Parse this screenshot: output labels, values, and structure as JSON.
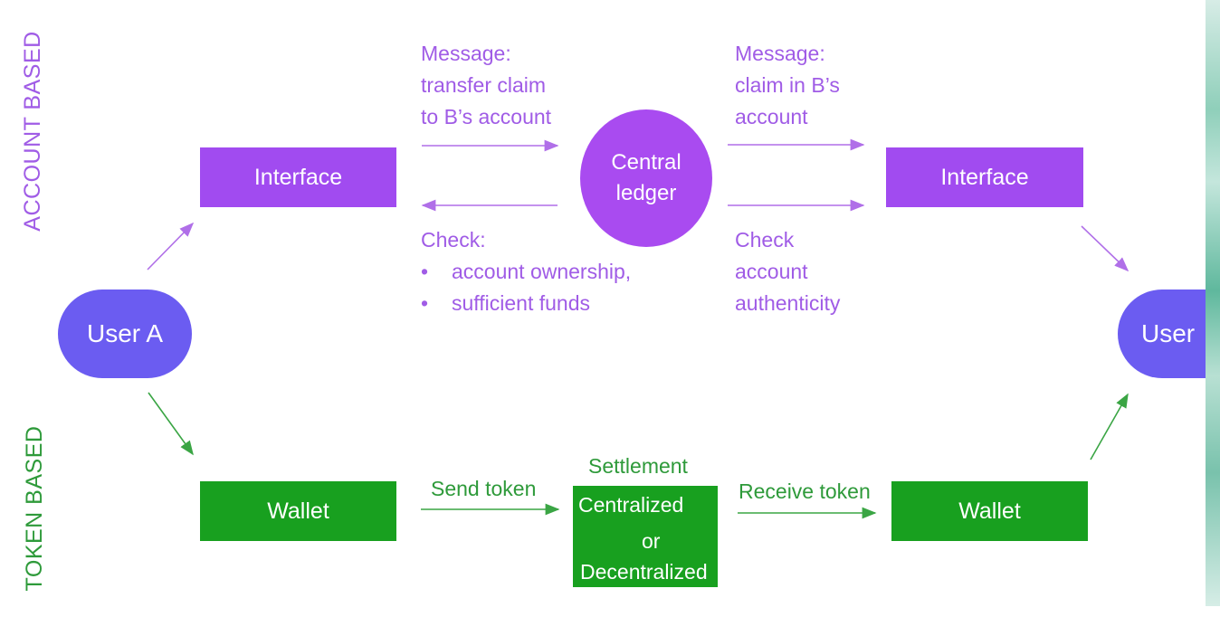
{
  "sections": {
    "account_based": "ACCOUNT BASED",
    "token_based": "TOKEN BASED"
  },
  "nodes": {
    "user_a": "User A",
    "user_b": "User",
    "interface_left": "Interface",
    "interface_right": "Interface",
    "central_ledger": [
      "Central",
      "ledger"
    ],
    "wallet_left": "Wallet",
    "wallet_right": "Wallet",
    "settlement_title": "Settlement",
    "settlement_options": [
      "Centralized",
      "or",
      "Decentralized"
    ]
  },
  "labels": {
    "message_left": [
      "Message:",
      "transfer claim",
      "to B’s account"
    ],
    "message_right": [
      "Message:",
      "claim in B’s",
      "account"
    ],
    "check_left_title": "Check:",
    "check_left_items": [
      "account ownership,",
      "sufficient funds"
    ],
    "check_right": [
      "Check",
      "account",
      "authenticity"
    ],
    "send_token": "Send token",
    "receive_token": "Receive token"
  },
  "colors": {
    "purple_box": "#a14bf0",
    "purple_text": "#a05ce6",
    "user_pill": "#6b5cf1",
    "green_box": "#18a01f",
    "green_text": "#2e9a3a"
  }
}
